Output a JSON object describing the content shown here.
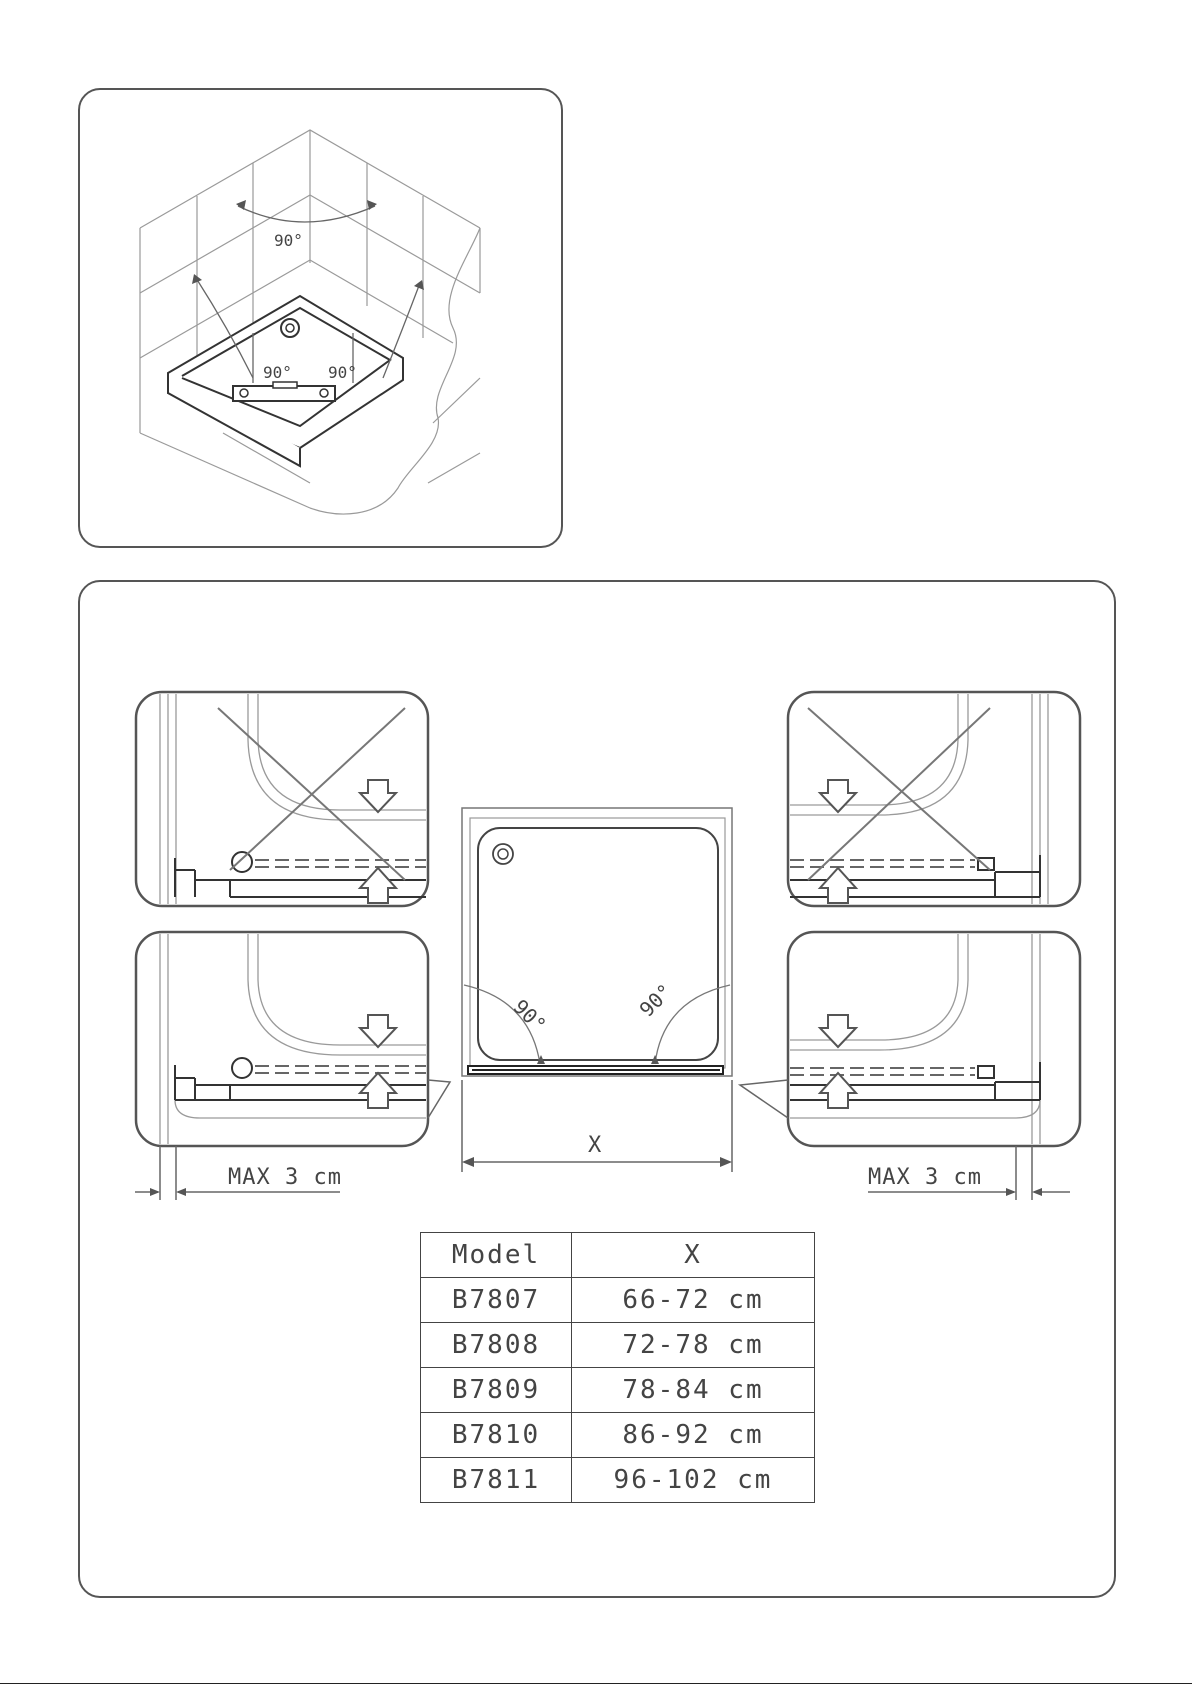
{
  "top_diagram": {
    "angle_back": "90°",
    "angle_left": "90°",
    "angle_right": "90°"
  },
  "tray_diagram": {
    "angle_left": "90°",
    "angle_right": "90°",
    "dimension_label": "X"
  },
  "max_gap_left": "MAX 3 cm",
  "max_gap_right": "MAX 3 cm",
  "table": {
    "headers": [
      "Model",
      "X"
    ],
    "rows": [
      [
        "B7807",
        "66-72 cm"
      ],
      [
        "B7808",
        "72-78 cm"
      ],
      [
        "B7809",
        "78-84 cm"
      ],
      [
        "B7810",
        "86-92 cm"
      ],
      [
        "B7811",
        "96-102 cm"
      ]
    ]
  },
  "colors": {
    "line": "#555555",
    "light_line": "#9a9a9a",
    "text": "#444444"
  }
}
